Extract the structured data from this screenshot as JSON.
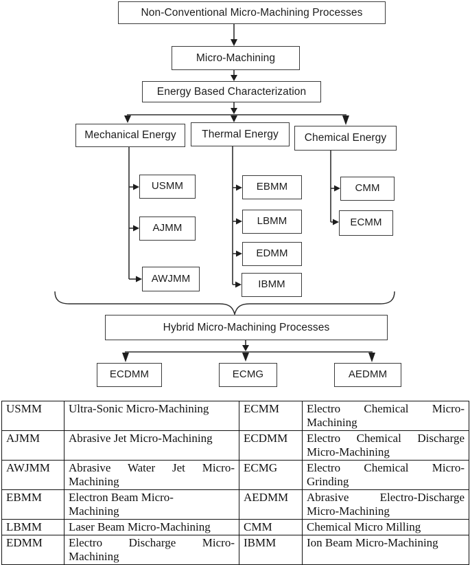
{
  "diagram": {
    "nodes": {
      "root": {
        "label": "Non-Conventional Micro-Machining Processes"
      },
      "micro": {
        "label": "Micro-Machining"
      },
      "energy": {
        "label": "Energy Based Characterization"
      },
      "mechanical": {
        "label": "Mechanical Energy",
        "children": [
          "USMM",
          "AJMM",
          "AWJMM"
        ]
      },
      "thermal": {
        "label": "Thermal Energy",
        "children": [
          "EBMM",
          "LBMM",
          "EDMM",
          "IBMM"
        ]
      },
      "chemical": {
        "label": "Chemical Energy",
        "children": [
          "CMM",
          "ECMM"
        ]
      },
      "usmm": {
        "label": "USMM"
      },
      "ajmm": {
        "label": "AJMM"
      },
      "awjmm": {
        "label": "AWJMM"
      },
      "ebmm": {
        "label": "EBMM"
      },
      "lbmm": {
        "label": "LBMM"
      },
      "edmm": {
        "label": "EDMM"
      },
      "ibmm": {
        "label": "IBMM"
      },
      "cmm": {
        "label": "CMM"
      },
      "ecmm": {
        "label": "ECMM"
      },
      "hybrid": {
        "label": "Hybrid Micro-Machining Processes",
        "children": [
          "ECDMM",
          "ECMG",
          "AEDMM"
        ]
      },
      "ecdmm": {
        "label": "ECDMM"
      },
      "ecmg": {
        "label": "ECMG"
      },
      "aedmm": {
        "label": "AEDMM"
      }
    }
  },
  "legend_table": {
    "rows": [
      {
        "left": {
          "abbr": "USMM",
          "lines": [
            "Ultra-Sonic Micro-Machining"
          ],
          "justify": true
        },
        "right": {
          "abbr": "ECMM",
          "lines": [
            "Electro Chemical Micro-",
            "Machining"
          ],
          "justify": true
        }
      },
      {
        "left": {
          "abbr": "AJMM",
          "lines": [
            "Abrasive Jet Micro-Machining"
          ],
          "justify": true
        },
        "right": {
          "abbr": "ECDMM",
          "lines": [
            "Electro Chemical Discharge",
            "Micro-Machining"
          ],
          "justify": true
        }
      },
      {
        "left": {
          "abbr": "AWJMM",
          "lines": [
            "Abrasive Water Jet Micro-",
            "Machining"
          ],
          "justify": true
        },
        "right": {
          "abbr": "ECMG",
          "lines": [
            "Electro Chemical Micro-",
            "Grinding"
          ],
          "justify": true
        }
      },
      {
        "left": {
          "abbr": "EBMM",
          "lines": [
            "Electron Beam Micro-",
            "Machining"
          ],
          "justify": false
        },
        "right": {
          "abbr": "AEDMM",
          "lines": [
            "Abrasive Electro-Discharge",
            "Micro-Machining"
          ],
          "justify": true
        }
      },
      {
        "left": {
          "abbr": "LBMM",
          "lines": [
            "Laser Beam Micro-Machining"
          ],
          "justify": true
        },
        "right": {
          "abbr": "CMM",
          "lines": [
            "Chemical Micro Milling"
          ],
          "justify": true
        }
      },
      {
        "left": {
          "abbr": "EDMM",
          "lines": [
            "Electro Discharge Micro-",
            "Machining"
          ],
          "justify": true
        },
        "right": {
          "abbr": "IBMM",
          "lines": [
            "Ion Beam Micro-Machining"
          ],
          "justify": true
        }
      }
    ]
  }
}
